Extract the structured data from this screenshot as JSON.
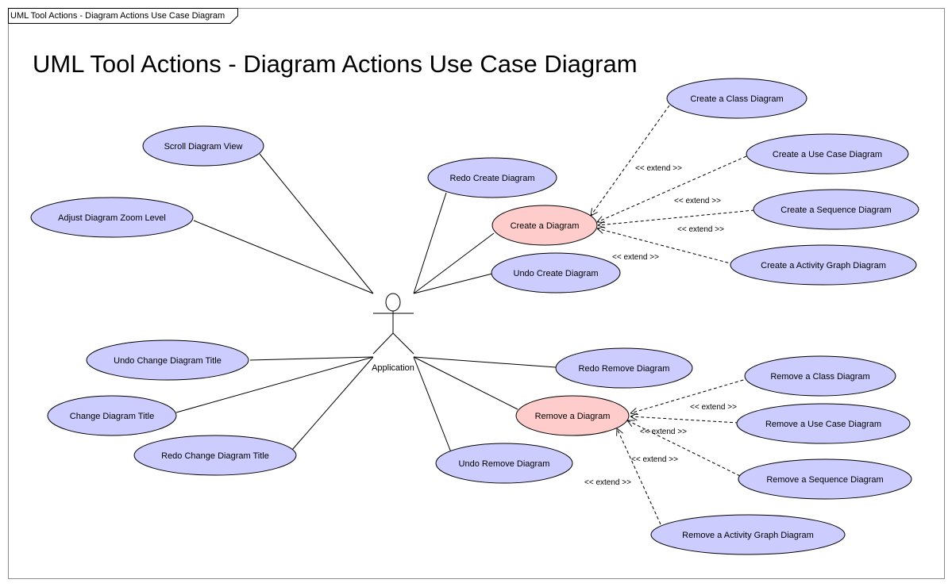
{
  "frame": {
    "tab_label": "UML Tool Actions - Diagram  Actions Use Case Diagram"
  },
  "title": "UML Tool Actions - Diagram Actions Use Case Diagram",
  "colors": {
    "use_case_fill": "#ccccff",
    "highlight_fill": "#ffcccc",
    "stroke": "#000000",
    "frame_border": "#8c8c8c"
  },
  "actor": {
    "label": "Application"
  },
  "use_cases": {
    "create_class": "Create a Class Diagram",
    "create_use_case": "Create a Use Case Diagram",
    "create_sequence": "Create a Sequence Diagram",
    "create_activity": "Create a Activity Graph Diagram",
    "create_diagram": "Create a Diagram",
    "redo_create": "Redo Create Diagram",
    "undo_create": "Undo Create Diagram",
    "scroll_view": "Scroll Diagram View",
    "adjust_zoom": "Adjust Diagram Zoom Level",
    "undo_change_title": "Undo Change Diagram Title",
    "change_title": "Change Diagram Title",
    "redo_change_title": "Redo Change Diagram Title",
    "redo_remove": "Redo Remove Diagram",
    "remove_diagram": "Remove a Diagram",
    "undo_remove": "Undo Remove Diagram",
    "remove_class": "Remove a Class Diagram",
    "remove_use_case": "Remove a Use Case Diagram",
    "remove_sequence": "Remove a Sequence Diagram",
    "remove_activity": "Remove a Activity Graph Diagram"
  },
  "extend_label": "<< extend >>"
}
